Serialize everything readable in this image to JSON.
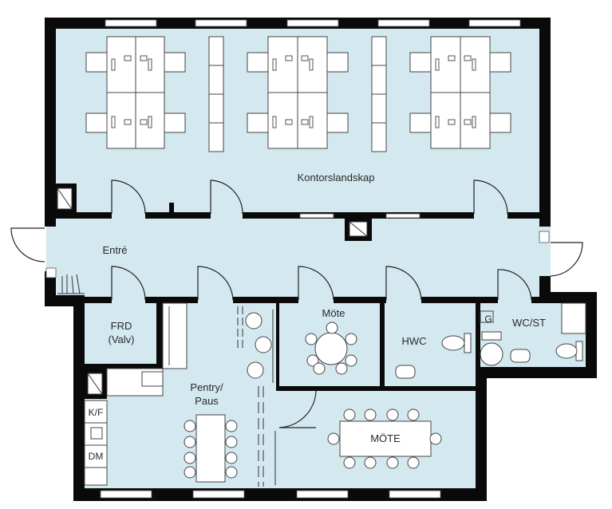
{
  "rooms": {
    "office": "Kontorslandskap",
    "entrance": "Entré",
    "frd_line1": "FRD",
    "frd_line2": "(Valv)",
    "meeting_small": "Möte",
    "hwc": "HWC",
    "wcst": "WC/ST",
    "pantry_line1": "Pentry/",
    "pantry_line2": "Paus",
    "meeting_large": "MÖTE"
  },
  "fixtures": {
    "g": "G",
    "kf": "K/F",
    "dm": "DM"
  },
  "colors": {
    "floor": "#d4e8f0",
    "wall": "#0a0a0a",
    "furniture": "#ffffff",
    "line": "#333333"
  }
}
